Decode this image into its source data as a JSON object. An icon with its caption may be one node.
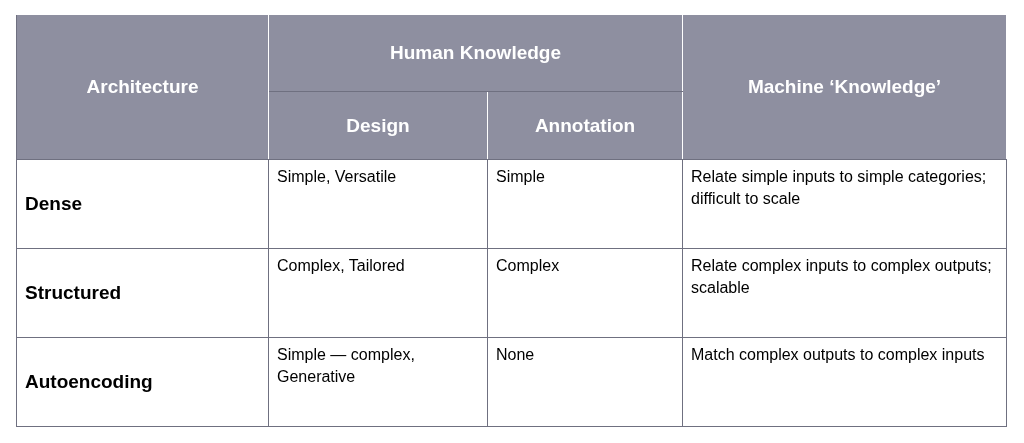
{
  "diagram": {
    "labels": [
      "Architecture",
      "Human Knowledge",
      "Machine ‘Knowledge’",
      "Design",
      "Annotation",
      "Dense",
      "Simple, Versatile",
      "Simple",
      "Relate simple inputs to simple categories; difficult to scale",
      "Structured",
      "Complex, Tailored",
      "Complex",
      "Relate complex inputs to complex outputs; scalable",
      "Autoencoding",
      "Simple — complex, Generative",
      "None",
      "Match complex outputs to complex inputs"
    ]
  }
}
